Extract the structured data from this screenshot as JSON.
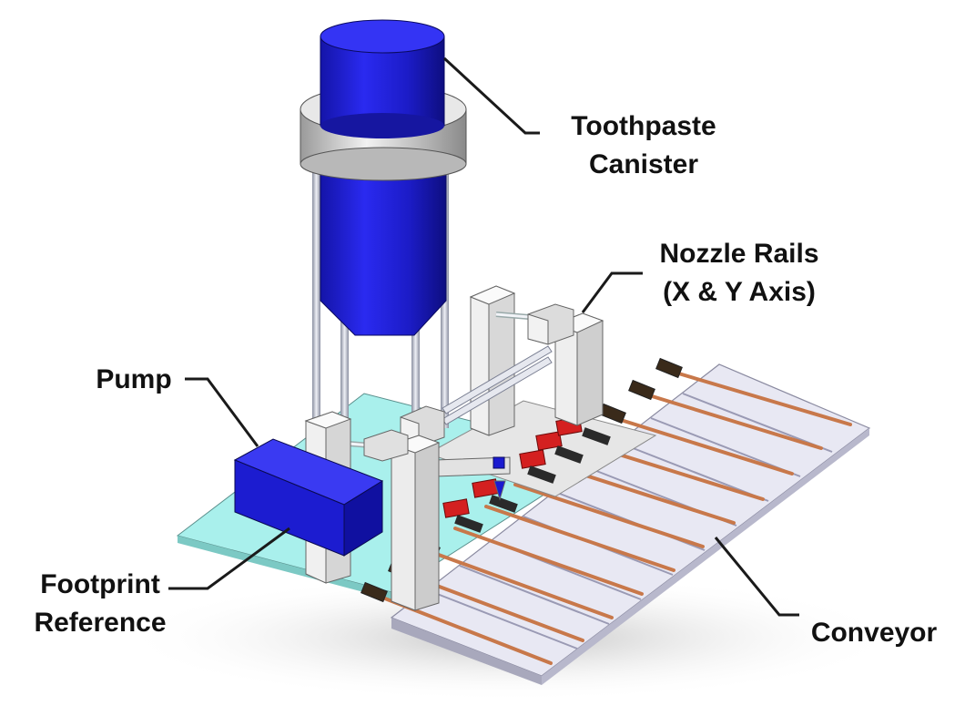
{
  "labels": {
    "canister": {
      "line1": "Toothpaste",
      "line2": "Canister"
    },
    "nozzle": {
      "line1": "Nozzle Rails",
      "line2": "(X & Y Axis)"
    },
    "pump": {
      "line1": "Pump"
    },
    "footprint": {
      "line1": "Footprint",
      "line2": "Reference"
    },
    "conveyor": {
      "line1": "Conveyor"
    }
  },
  "colors": {
    "canister": "#1f1fd6",
    "pump": "#1a1ad0",
    "base_plate": "#a8f0ec",
    "rails": "#e4e4e4",
    "conveyor": "#e8e8f3",
    "toothbrush_handle": "#c8784a",
    "clamp": "#d42020"
  }
}
